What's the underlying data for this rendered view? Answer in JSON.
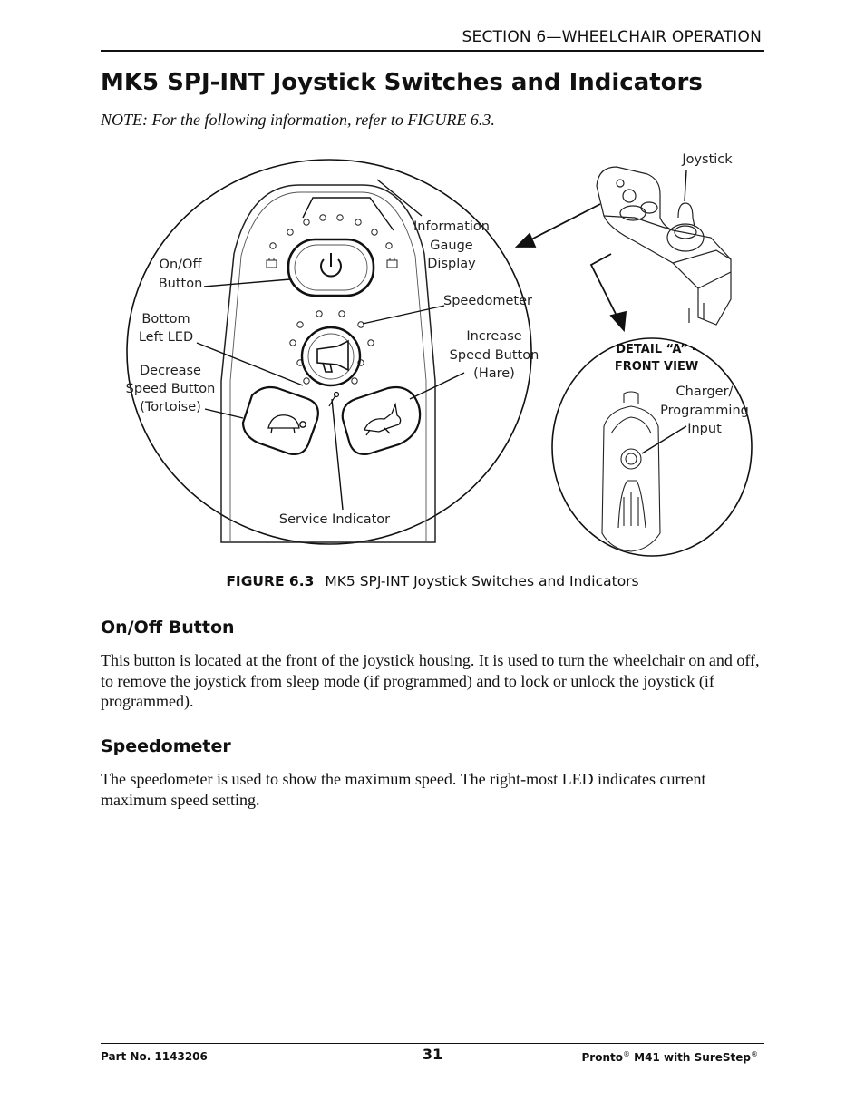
{
  "header": {
    "section": "SECTION 6—WHEELCHAIR OPERATION"
  },
  "title": "MK5 SPJ-INT Joystick Switches and Indicators",
  "note": "NOTE: For the following information, refer to FIGURE 6.3.",
  "figure": {
    "labels": {
      "on_off_1": "On/Off",
      "on_off_2": "Button",
      "bottom_left_1": "Bottom",
      "bottom_left_2": "Left LED",
      "decrease_1": "Decrease",
      "decrease_2": "Speed Button",
      "decrease_3": "(Tortoise)",
      "info_1": "Information",
      "info_2": "Gauge",
      "info_3": "Display",
      "speedometer": "Speedometer",
      "increase_1": "Increase",
      "increase_2": "Speed Button",
      "increase_3": "(Hare)",
      "service": "Service Indicator",
      "joystick": "Joystick",
      "detail_1": "DETAIL “A” -",
      "detail_2": "FRONT VIEW",
      "charger_1": "Charger/",
      "charger_2": "Programming",
      "charger_3": "Input"
    },
    "caption_number": "FIGURE 6.3",
    "caption_text": "MK5 SPJ-INT Joystick Switches and Indicators"
  },
  "sections": [
    {
      "heading": "On/Off Button",
      "body": "This button is located at the front of the joystick housing. It is used to turn the wheelchair on and off, to remove the joystick from sleep mode (if programmed) and to lock or unlock the joystick (if programmed)."
    },
    {
      "heading": "Speedometer",
      "body": "The speedometer is used to show the maximum speed. The right-most LED indicates current maximum speed setting."
    }
  ],
  "footer": {
    "part_no": "Part No. 1143206",
    "page_number": "31",
    "product_1": "Pronto",
    "reg_1": "®",
    "product_2": " M41 with SureStep",
    "reg_2": "®"
  }
}
